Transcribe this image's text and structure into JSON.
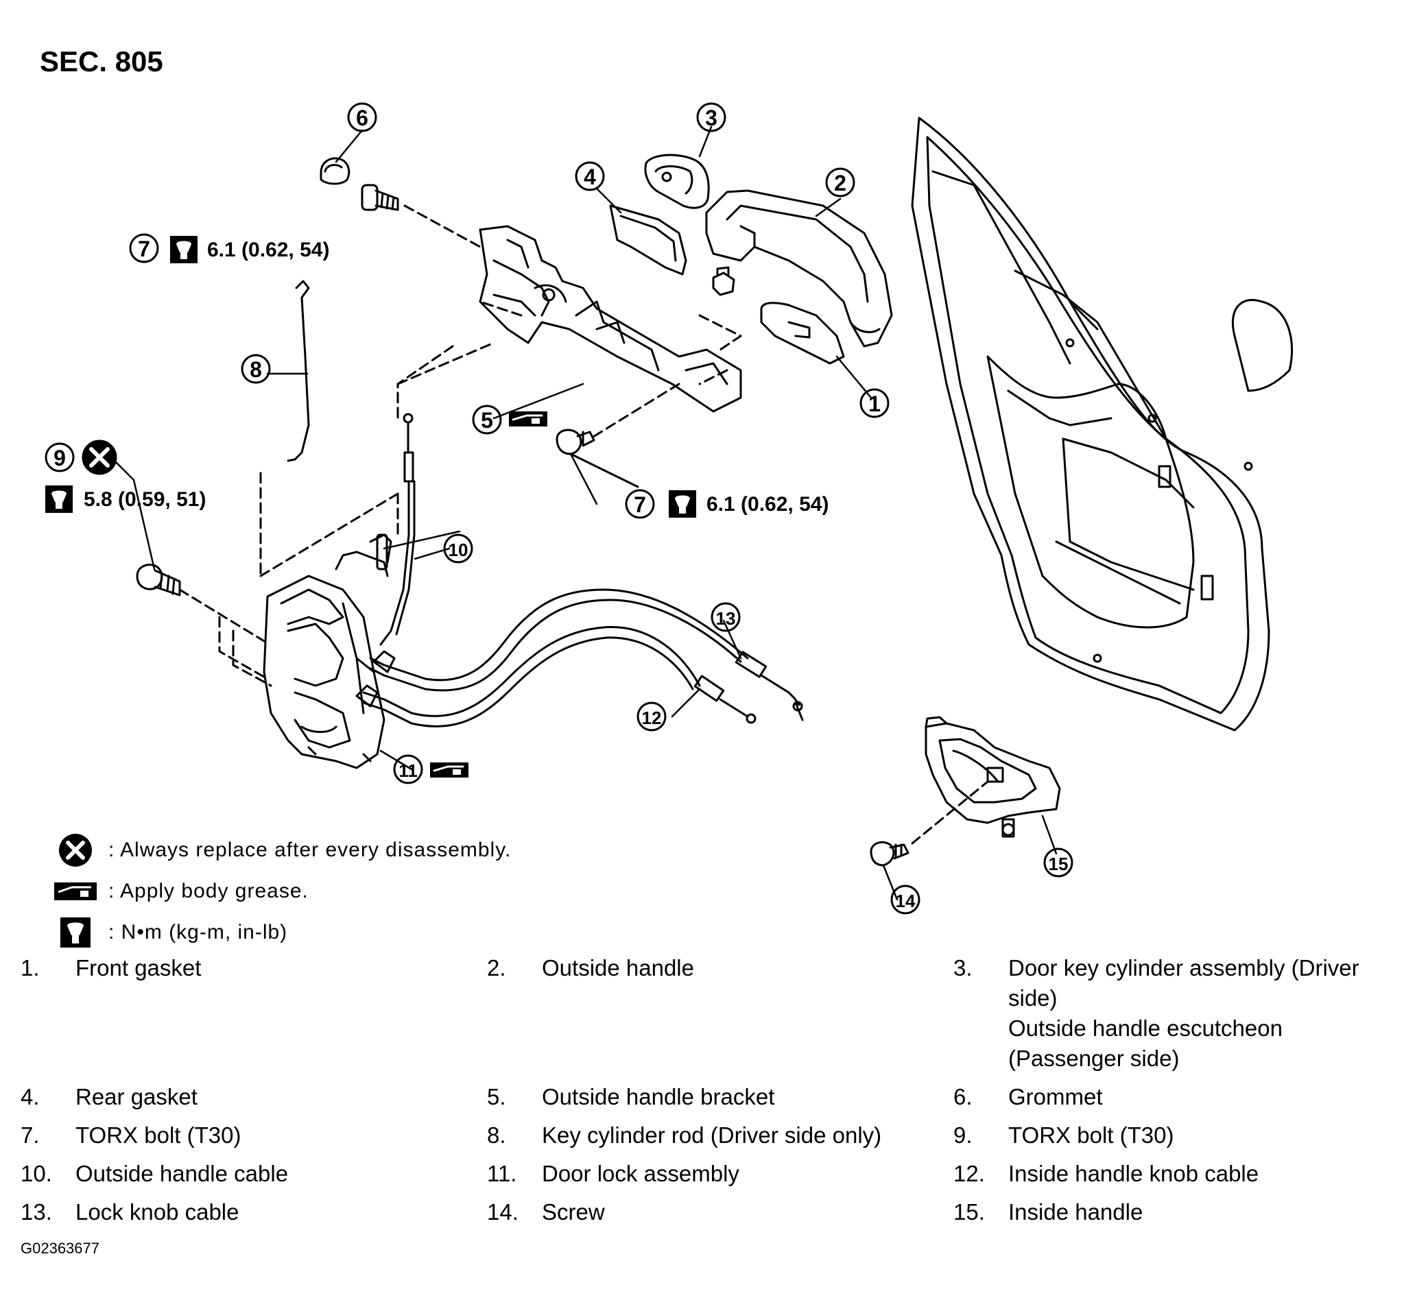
{
  "section_title": "SEC. 805",
  "figure_id": "G02363677",
  "torque_callouts": {
    "bolt7_upper": "6.1 (0.62, 54)",
    "bolt7_lower": "6.1 (0.62, 54)",
    "bolt9": "5.8 (0.59, 51)"
  },
  "callout_numbers": [
    "1",
    "2",
    "3",
    "4",
    "5",
    "6",
    "7",
    "8",
    "9",
    "10",
    "11",
    "12",
    "13",
    "14",
    "15"
  ],
  "legend": [
    {
      "icon": "replace-icon",
      "text": ": Always replace after every disassembly."
    },
    {
      "icon": "grease-icon",
      "text": ": Apply body grease."
    },
    {
      "icon": "torque-wrench-icon",
      "text": ": N•m (kg-m, in-lb)"
    }
  ],
  "parts": [
    {
      "num": "1.",
      "name": "Front gasket"
    },
    {
      "num": "2.",
      "name": "Outside handle"
    },
    {
      "num": "3.",
      "name": "Door key cylinder assembly (Driver side)",
      "name2": "Outside handle escutcheon (Passenger side)"
    },
    {
      "num": "4.",
      "name": "Rear gasket"
    },
    {
      "num": "5.",
      "name": "Outside handle bracket"
    },
    {
      "num": "6.",
      "name": "Grommet"
    },
    {
      "num": "7.",
      "name": "TORX bolt (T30)"
    },
    {
      "num": "8.",
      "name": "Key cylinder rod (Driver side only)"
    },
    {
      "num": "9.",
      "name": "TORX bolt (T30)"
    },
    {
      "num": "10.",
      "name": "Outside handle cable"
    },
    {
      "num": "11.",
      "name": "Door lock assembly"
    },
    {
      "num": "12.",
      "name": "Inside handle knob cable"
    },
    {
      "num": "13.",
      "name": "Lock knob cable"
    },
    {
      "num": "14.",
      "name": "Screw"
    },
    {
      "num": "15.",
      "name": "Inside handle"
    }
  ]
}
